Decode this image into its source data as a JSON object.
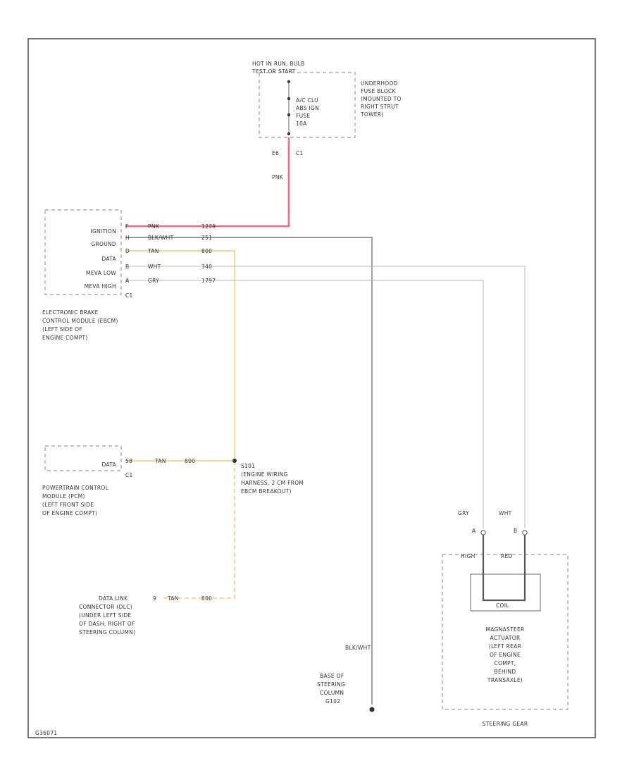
{
  "frame": {
    "code": "G36071"
  },
  "fuse_block": {
    "hot_label_1": "HOT IN RUN, BULB",
    "hot_label_2": "TEST OR START",
    "fuse_line_1": "A/C CLU",
    "fuse_line_2": "ABS IGN",
    "fuse_line_3": "FUSE",
    "fuse_line_4": "10A",
    "desc_1": "UNDERHOOD",
    "desc_2": "FUSE BLOCK",
    "desc_3": "(MOUNTED TO",
    "desc_4": "RIGHT STRUT",
    "desc_5": "TOWER)",
    "connector_left": "E6",
    "connector_right": "C1",
    "wire_color": "PNK"
  },
  "ebcm": {
    "pins": [
      {
        "label": "IGNITION",
        "pin": "F",
        "color": "PNK",
        "circuit": "1239"
      },
      {
        "label": "GROUND",
        "pin": "H",
        "color": "BLK/WHT",
        "circuit": "251"
      },
      {
        "label": "DATA",
        "pin": "D",
        "color": "TAN",
        "circuit": "800"
      },
      {
        "label": "MEVA LOW",
        "pin": "B",
        "color": "WHT",
        "circuit": "340"
      },
      {
        "label": "MEVA HIGH",
        "pin": "A",
        "color": "GRY",
        "circuit": "1797"
      }
    ],
    "connector": "C1",
    "desc_1": "ELECTRONIC BRAKE",
    "desc_2": "CONTROL MODULE (EBCM)",
    "desc_3": "(LEFT SIDE OF",
    "desc_4": "ENGINE COMPT)"
  },
  "pcm": {
    "pin_label": "DATA",
    "pin": "58",
    "color": "TAN",
    "circuit": "800",
    "connector": "C1",
    "desc_1": "POWERTRAIN CONTROL",
    "desc_2": "MODULE (PCM)",
    "desc_3": "(LEFT FRONT SIDE",
    "desc_4": "OF ENGINE COMPT)"
  },
  "splice": {
    "name": "S101",
    "desc_1": "(ENGINE WIRING",
    "desc_2": "HARNESS, 2 CM FROM",
    "desc_3": "EBCM BREAKOUT)"
  },
  "dlc": {
    "pin": "9",
    "color": "TAN",
    "circuit": "800",
    "desc_1": "DATA LINK",
    "desc_2": "CONNECTOR (DLC)",
    "desc_3": "(UNDER LEFT SIDE",
    "desc_4": "OF DASH, RIGHT OF",
    "desc_5": "STEERING COLUMN)"
  },
  "ground": {
    "wire_color": "BLK/WHT",
    "desc_1": "BASE OF",
    "desc_2": "STEERING",
    "desc_3": "COLUMN",
    "name": "G102"
  },
  "actuator": {
    "wire_a_color": "GRY",
    "wire_b_color": "WHT",
    "pin_a": "A",
    "pin_b": "B",
    "term_a": "HIGH",
    "term_b": "RED",
    "coil": "COIL",
    "desc_1": "MAGNASTEER",
    "desc_2": "ACTUATOR",
    "desc_3": "(LEFT REAR",
    "desc_4": "OF ENGINE",
    "desc_5": "COMPT,",
    "desc_6": "BEHIND",
    "desc_7": "TRANSAXLE)",
    "assembly": "STEERING GEAR"
  }
}
